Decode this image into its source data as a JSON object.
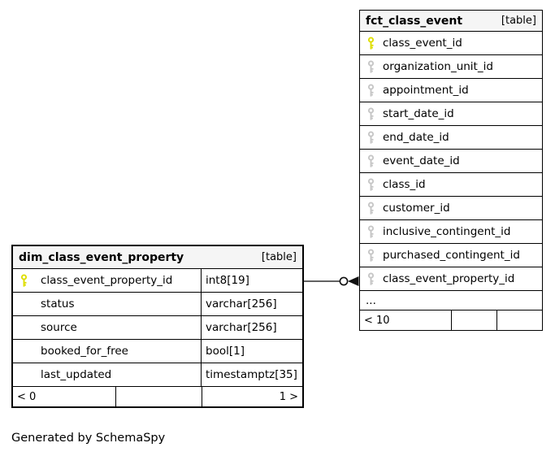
{
  "diagram": {
    "generated_by": "Generated by SchemaSpy"
  },
  "colors": {
    "header_bg": "#f5f5f5",
    "primary_key_icon": "#dede00",
    "foreign_key_icon": "#c6c6c6",
    "table_border": "#000000",
    "relation_line": "#2f2f2f"
  },
  "relationship": {
    "from_table": "dim_class_event_property",
    "from_column": "class_event_property_id",
    "to_table": "fct_class_event",
    "to_column": "class_event_property_id",
    "end_decoration": "circle-arrow"
  },
  "tables": {
    "fct": {
      "title": "fct_class_event",
      "badge": "[table]",
      "columns": [
        {
          "name": "class_event_id",
          "key": "primary"
        },
        {
          "name": "organization_unit_id",
          "key": "foreign"
        },
        {
          "name": "appointment_id",
          "key": "foreign"
        },
        {
          "name": "start_date_id",
          "key": "foreign"
        },
        {
          "name": "end_date_id",
          "key": "foreign"
        },
        {
          "name": "event_date_id",
          "key": "foreign"
        },
        {
          "name": "class_id",
          "key": "foreign"
        },
        {
          "name": "customer_id",
          "key": "foreign"
        },
        {
          "name": "inclusive_contingent_id",
          "key": "foreign"
        },
        {
          "name": "purchased_contingent_id",
          "key": "foreign"
        },
        {
          "name": "class_event_property_id",
          "key": "foreign"
        }
      ],
      "ellipsis": "...",
      "footer": {
        "left": "< 10",
        "mid": "",
        "right": ""
      }
    },
    "dim": {
      "title": "dim_class_event_property",
      "badge": "[table]",
      "columns": [
        {
          "name": "class_event_property_id",
          "type": "int8[19]",
          "key": "primary"
        },
        {
          "name": "status",
          "type": "varchar[256]",
          "key": "none"
        },
        {
          "name": "source",
          "type": "varchar[256]",
          "key": "none"
        },
        {
          "name": "booked_for_free",
          "type": "bool[1]",
          "key": "none"
        },
        {
          "name": "last_updated",
          "type": "timestamptz[35]",
          "key": "none"
        }
      ],
      "footer": {
        "left": "< 0",
        "mid": "",
        "right": "1 >"
      }
    }
  }
}
